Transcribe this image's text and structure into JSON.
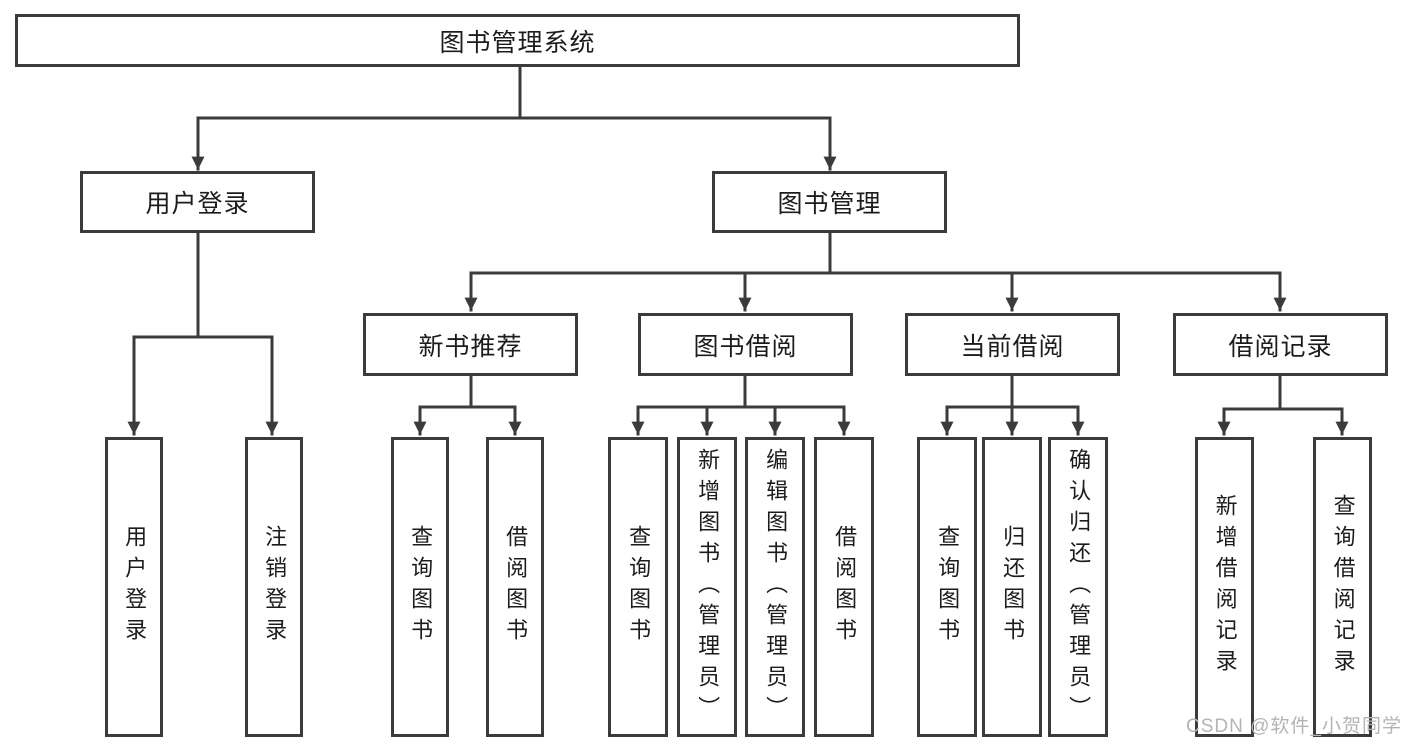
{
  "diagram": {
    "type": "hierarchy-tree",
    "colors": {
      "line": "#3b3b3b",
      "box_border": "#3b3b3b",
      "box_fill": "#ffffff",
      "text": "#1c1c1c",
      "watermark": "#b4b4b4",
      "background": "#ffffff"
    },
    "tree": {
      "label": "图书管理系统",
      "children": [
        {
          "label": "用户登录",
          "children": [
            {
              "label": "用户登录"
            },
            {
              "label": "注销登录"
            }
          ]
        },
        {
          "label": "图书管理",
          "children": [
            {
              "label": "新书推荐",
              "children": [
                {
                  "label": "查询图书"
                },
                {
                  "label": "借阅图书"
                }
              ]
            },
            {
              "label": "图书借阅",
              "children": [
                {
                  "label": "查询图书"
                },
                {
                  "label": "新增图书（管理员）"
                },
                {
                  "label": "编辑图书（管理员）"
                },
                {
                  "label": "借阅图书"
                }
              ]
            },
            {
              "label": "当前借阅",
              "children": [
                {
                  "label": "查询图书"
                },
                {
                  "label": "归还图书"
                },
                {
                  "label": "确认归还（管理员）"
                }
              ]
            },
            {
              "label": "借阅记录",
              "children": [
                {
                  "label": "新增借阅记录"
                },
                {
                  "label": "查询借阅记录"
                }
              ]
            }
          ]
        }
      ]
    },
    "watermark": "CSDN @软件_小贺同学"
  }
}
